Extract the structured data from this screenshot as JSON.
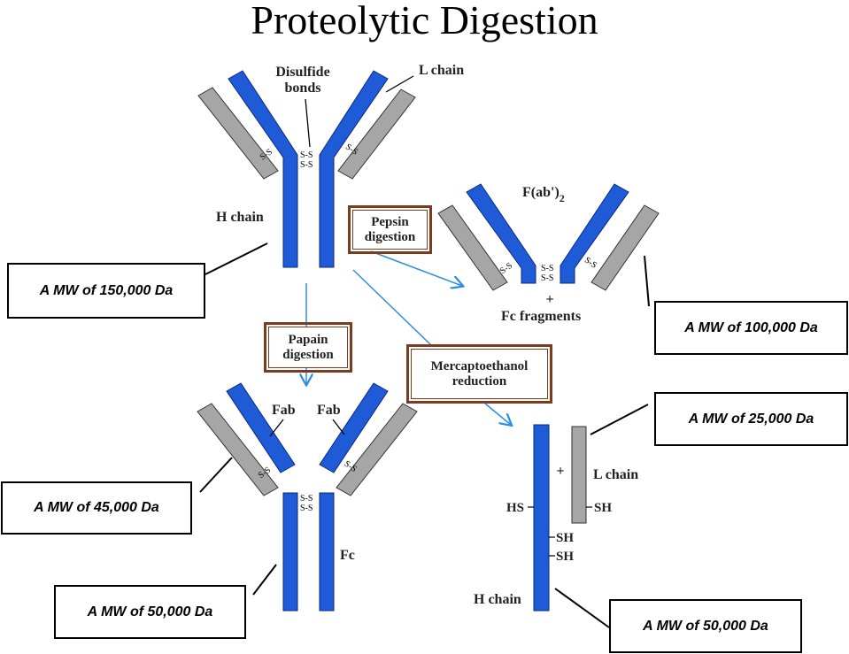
{
  "title": "Proteolytic  Digestion",
  "labels": {
    "disulfide_line1": "Disulfide",
    "disulfide_line2": "bonds",
    "l_chain": "L chain",
    "h_chain": "H chain",
    "fab2_base": "F(ab')",
    "fab2_sub": "2",
    "plus": "+",
    "fc_fragments": "Fc  fragments",
    "fab": "Fab",
    "fc": "Fc",
    "hs": "HS",
    "sh": "SH",
    "ss": "S-S",
    "ss_short": "S-S"
  },
  "steps": {
    "pepsin": [
      "Pepsin",
      "digestion"
    ],
    "papain": [
      "Papain",
      "digestion"
    ],
    "mercapto": [
      "Mercaptoethanol",
      "reduction"
    ]
  },
  "mw_labels": {
    "intact": "A MW of 150,000 Da",
    "fab2": "A MW of 100,000 Da",
    "light": "A MW of 25,000 Da",
    "fab": "A MW of 45,000 Da",
    "fc": "A MW of 50,000 Da",
    "heavy": "A MW of 50,000 Da"
  },
  "colors": {
    "heavy_chain": "#1f5bd6",
    "light_chain": "#a6a6a6",
    "arrow": "#2b8fe0",
    "step_border": "#7a3b1e"
  }
}
